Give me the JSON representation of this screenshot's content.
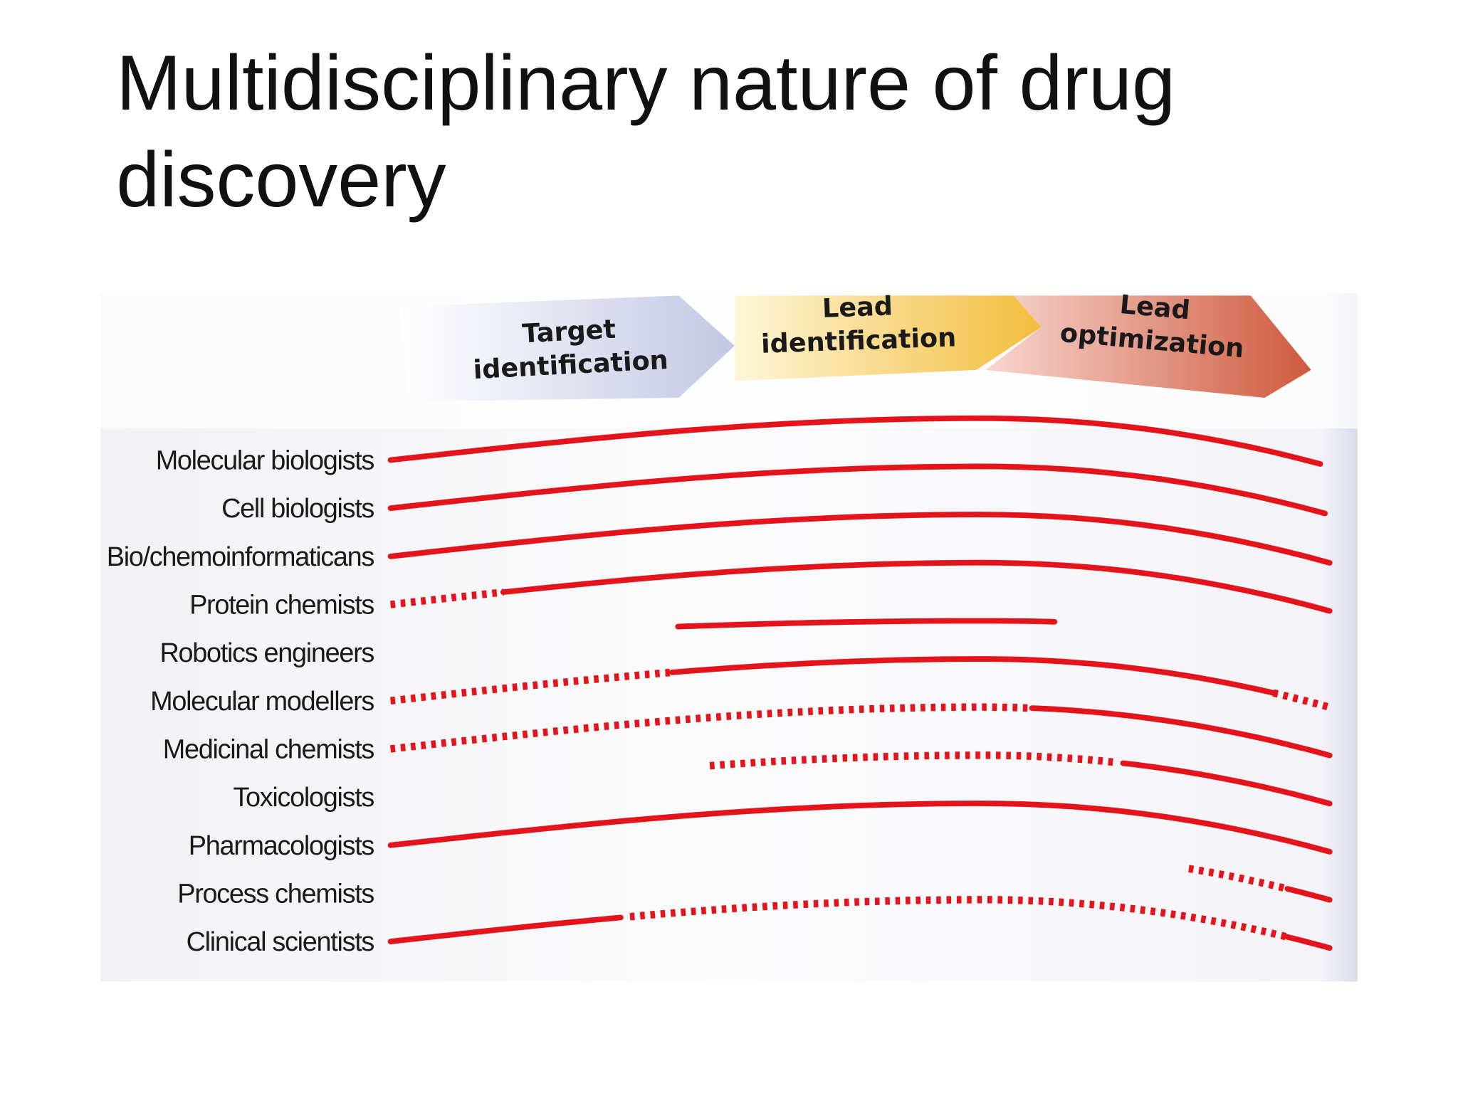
{
  "title": {
    "line1": "Multidisciplinary nature of drug",
    "line2": "discovery"
  },
  "colors": {
    "line": "#e3141b",
    "target_phase": "#c9cde6",
    "lead_id_phase": "#f5c54a",
    "lead_opt_phase": "#d9644a"
  },
  "chart_data": {
    "type": "timeline",
    "phases": [
      {
        "line1": "Target",
        "line2": "identification"
      },
      {
        "line1": "Lead",
        "line2": "identification"
      },
      {
        "line1": "Lead",
        "line2": "optimization"
      }
    ],
    "rows": [
      {
        "label": "Molecular biologists",
        "segments": [
          {
            "style": "solid",
            "start": 0,
            "end": 0.99
          }
        ]
      },
      {
        "label": "Cell biologists",
        "segments": [
          {
            "style": "solid",
            "start": 0,
            "end": 0.995
          }
        ]
      },
      {
        "label": "Bio/chemoinformaticans",
        "segments": [
          {
            "style": "solid",
            "start": 0,
            "end": 1
          }
        ]
      },
      {
        "label": "Protein chemists",
        "segments": [
          {
            "style": "dashed",
            "start": 0,
            "end": 0.12
          },
          {
            "style": "solid",
            "start": 0.12,
            "end": 1
          }
        ]
      },
      {
        "label": "Robotics engineers",
        "segments": [
          {
            "style": "solid",
            "start": 0.306,
            "end": 0.707
          }
        ]
      },
      {
        "label": "Molecular modellers",
        "segments": [
          {
            "style": "dashed",
            "start": 0,
            "end": 0.3
          },
          {
            "style": "solid",
            "start": 0.3,
            "end": 0.94
          },
          {
            "style": "dashed",
            "start": 0.94,
            "end": 1
          }
        ]
      },
      {
        "label": "Medicinal chemists",
        "segments": [
          {
            "style": "dashed",
            "start": 0,
            "end": 0.683
          },
          {
            "style": "solid",
            "start": 0.683,
            "end": 1
          }
        ]
      },
      {
        "label": "Toxicologists",
        "segments": [
          {
            "style": "dashed",
            "start": 0.34,
            "end": 0.77
          },
          {
            "style": "solid",
            "start": 0.78,
            "end": 1
          }
        ]
      },
      {
        "label": "Pharmacologists",
        "segments": [
          {
            "style": "solid",
            "start": 0,
            "end": 1
          }
        ]
      },
      {
        "label": "Process chemists",
        "segments": [
          {
            "style": "dashed",
            "start": 0.85,
            "end": 0.955
          },
          {
            "style": "solid",
            "start": 0.955,
            "end": 1
          }
        ]
      },
      {
        "label": "Clinical scientists",
        "segments": [
          {
            "style": "solid",
            "start": 0,
            "end": 0.245
          },
          {
            "style": "dashed",
            "start": 0.255,
            "end": 0.955
          },
          {
            "style": "solid",
            "start": 0.955,
            "end": 1
          }
        ]
      }
    ]
  }
}
